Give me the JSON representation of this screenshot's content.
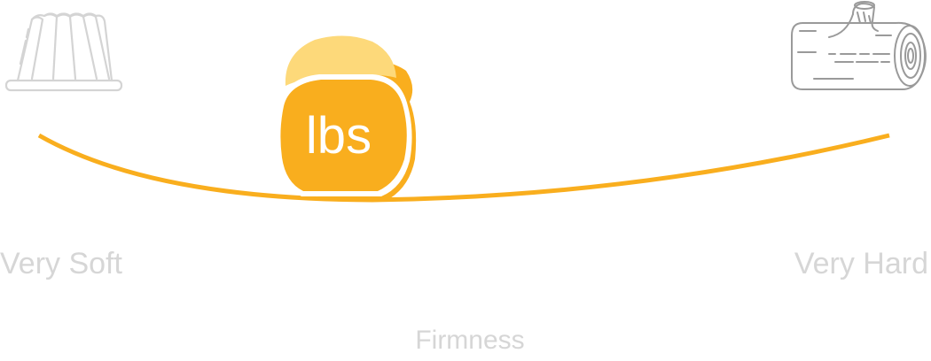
{
  "diagram": {
    "title": "Firmness",
    "left_label": "Very Soft",
    "right_label": "Very Hard",
    "axis_label": "Firmness",
    "weight_label": "lbs",
    "left_icon": "jelly-mold-icon",
    "right_icon": "wooden-log-icon",
    "center_icon": "weight-icon",
    "colors": {
      "accent": "#F9AE1E",
      "accent_light": "#FDD97A",
      "label": "#D6D6D6",
      "icon_stroke": "#9A9A9A",
      "jelly_stroke": "#D4D4D4"
    }
  }
}
